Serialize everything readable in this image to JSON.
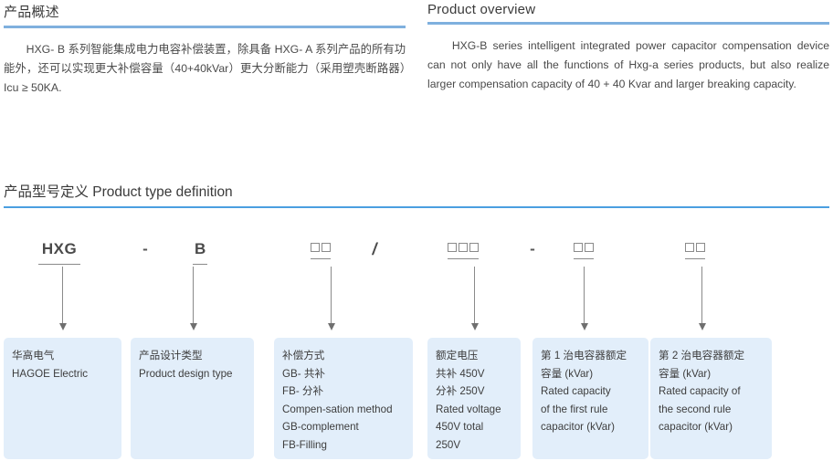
{
  "overview": {
    "zh": {
      "title": "产品概述",
      "body": "HXG- B 系列智能集成电力电容补偿装置，除具备 HXG- A 系列产品的所有功能外，还可以实现更大补偿容量（40+40kVar）更大分断能力（采用塑壳断路器）Icu ≥ 50KA."
    },
    "en": {
      "title": "Product overview",
      "body": "HXG-B series intelligent integrated power capacitor compensation device can not only have all the functions of Hxg-a series products, but also realize larger compensation capacity of 40 + 40 Kvar and larger breaking capacity."
    }
  },
  "type_definition": {
    "title": "产品型号定义 Product type definition",
    "code_segments": [
      {
        "kind": "text",
        "value": "HXG",
        "underline": true
      },
      {
        "kind": "sep",
        "value": "-",
        "underline": false
      },
      {
        "kind": "text",
        "value": "B",
        "underline": true
      },
      {
        "kind": "boxes",
        "count": 2,
        "underline": true
      },
      {
        "kind": "slash",
        "value": "/",
        "underline": false
      },
      {
        "kind": "boxes",
        "count": 3,
        "underline": true
      },
      {
        "kind": "sep",
        "value": "-",
        "underline": false
      },
      {
        "kind": "boxes",
        "count": 2,
        "underline": true
      },
      {
        "kind": "boxes",
        "count": 2,
        "underline": true
      }
    ],
    "legend": [
      {
        "lines": [
          "华高电气",
          "HAGOE Electric"
        ]
      },
      {
        "lines": [
          "产品设计类型",
          "Product design type"
        ]
      },
      {
        "lines": [
          "补偿方式",
          "GB- 共补",
          "FB- 分补",
          "Compen-sation method",
          "GB-complement",
          "FB-Filling"
        ]
      },
      {
        "lines": [
          "额定电压",
          "共补 450V",
          "分补 250V",
          "Rated voltage",
          "450V total",
          "250V"
        ]
      },
      {
        "lines": [
          "第 1 治电容器额定",
          "容量 (kVar)",
          "Rated capacity",
          "of the first rule",
          "capacitor (kVar)"
        ]
      },
      {
        "lines": [
          "第 2 治电容器额定",
          "容量 (kVar)",
          "Rated capacity of",
          "the second rule",
          "capacitor (kVar)"
        ]
      }
    ]
  },
  "colors": {
    "rule_primary": "#7fb0de",
    "rule_secondary": "#4b9fe0",
    "box_fill": "#e2eefa",
    "line_gray": "#8a8a8a"
  }
}
